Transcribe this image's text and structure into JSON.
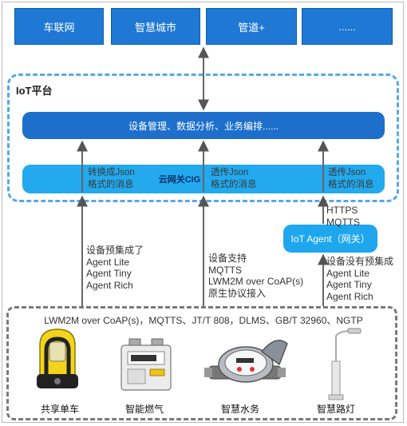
{
  "applications": [
    "车联网",
    "智慧城市",
    "管道+",
    "......"
  ],
  "iot_platform": {
    "title": "IoT平台",
    "services_bar": "设备管理、数据分析、业务编排......",
    "gateway_label": "云网关CIG",
    "gateway_notes": [
      [
        "转换成Json",
        "格式的消息"
      ],
      [
        "透传Json",
        "格式的消息"
      ],
      [
        "透传Json",
        "格式的消息"
      ]
    ]
  },
  "agent_gateway": "IoT Agent（网关）",
  "link_labels": {
    "left": [
      "设备预集成了",
      "Agent Lite",
      "Agent Tiny",
      "Agent Rich"
    ],
    "middle": [
      "设备支持",
      "MQTTS",
      "LWM2M over CoAP(s)",
      "原生协议接入"
    ],
    "agent_up": [
      "HTTPS",
      "MQTTS"
    ],
    "right": [
      "设备没有预集成",
      "Agent Lite",
      "Agent Tiny",
      "Agent Rich"
    ]
  },
  "protocols": "LWM2M over CoAP(s)，MQTTS、JT/T 808，DLMS、GB/T 32960、NGTP",
  "devices": [
    {
      "name": "共享单车",
      "icon": "bike-lock-icon"
    },
    {
      "name": "智能燃气",
      "icon": "gas-meter-icon"
    },
    {
      "name": "智慧水务",
      "icon": "water-meter-icon"
    },
    {
      "name": "智慧路灯",
      "icon": "street-lamp-icon"
    }
  ],
  "colors": {
    "top_box": "#1e78d4",
    "services_bar": "#1d6fcb",
    "gateway_bar": "#22a9ee",
    "platform_border": "#58a8e6",
    "device_border": "#7a7a7a"
  }
}
